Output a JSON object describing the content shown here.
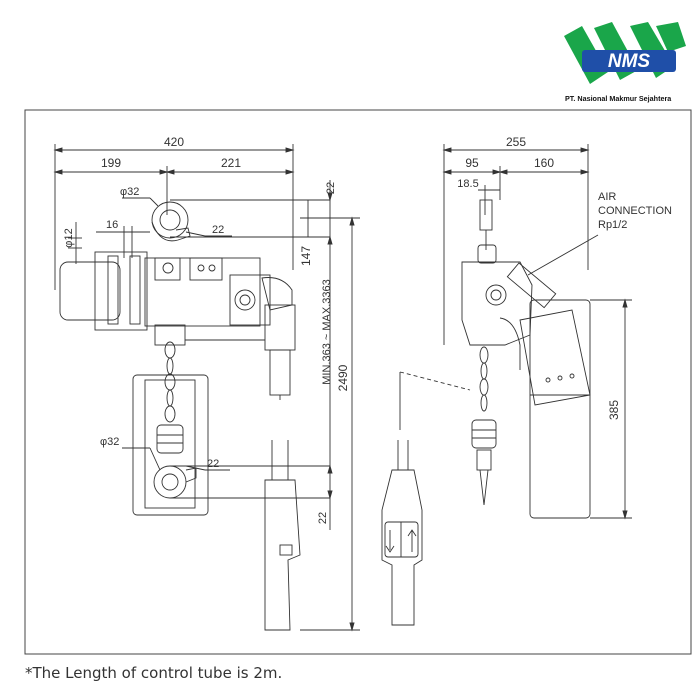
{
  "logo": {
    "letters": "NMS",
    "company_name": "PT. Nasional Makmur Sejahtera",
    "colors": {
      "green": "#1aa64a",
      "blue": "#1f4fa8"
    }
  },
  "dims": {
    "front_total_width": "420",
    "front_left_width": "199",
    "front_right_width": "221",
    "hook_top_diameter": "φ32",
    "hook_top_offset": "22",
    "hook_top_clearance": "22",
    "frame_width": "16",
    "pin_diameter": "φ12",
    "upper_height": "147",
    "lift_range": "MIN.363 ~ MAX.3363",
    "total_length": "2490",
    "hook_bottom_diameter": "φ32",
    "hook_bottom_offset": "22",
    "hook_bottom_clearance": "22",
    "side_total_width": "255",
    "side_left_width": "95",
    "side_right_width": "160",
    "side_hook_offset": "18.5",
    "air_connection_lines": [
      "AIR",
      "CONNECTION",
      "Rp1/2"
    ],
    "control_height": "385"
  },
  "footnote": "*The Length of control tube is 2m."
}
